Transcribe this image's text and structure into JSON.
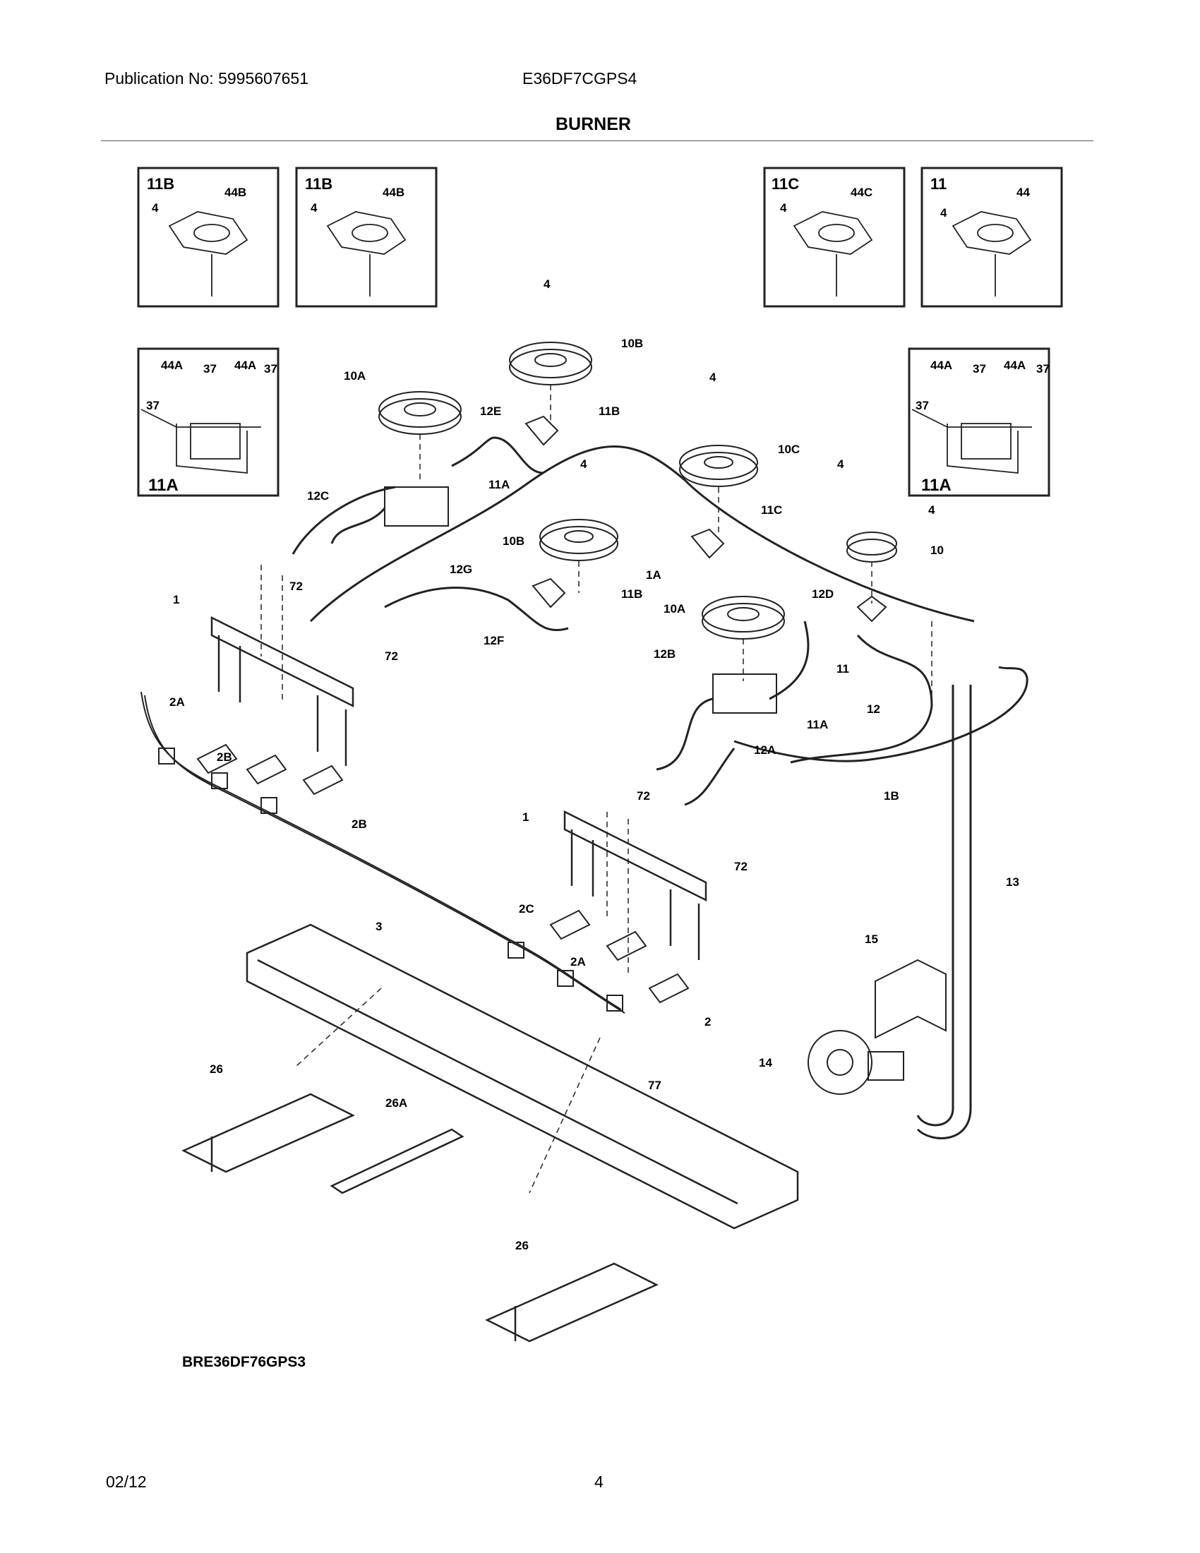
{
  "header": {
    "publication": "Publication No: 5995607651",
    "model": "E36DF7CGPS4",
    "title": "BURNER"
  },
  "insets": [
    {
      "title": "11B",
      "labels": [
        "44B",
        "4"
      ]
    },
    {
      "title": "11B",
      "labels": [
        "44B",
        "4"
      ]
    },
    {
      "title": "11C",
      "labels": [
        "44C",
        "4"
      ]
    },
    {
      "title": "11",
      "labels": [
        "44",
        "4"
      ]
    },
    {
      "title": "11A",
      "labels": [
        "44A",
        "37",
        "44A",
        "37",
        "37"
      ]
    },
    {
      "title": "11A",
      "labels": [
        "44A",
        "37",
        "44A",
        "37",
        "37"
      ]
    }
  ],
  "callouts": [
    "4",
    "10B",
    "10A",
    "12E",
    "11B",
    "4",
    "10C",
    "11A",
    "12C",
    "4",
    "11C",
    "4",
    "4",
    "10",
    "12G",
    "10B",
    "1A",
    "72",
    "11B",
    "1",
    "10A",
    "12D",
    "12F",
    "72",
    "11",
    "12B",
    "2A",
    "11A",
    "12",
    "12A",
    "2B",
    "1B",
    "72",
    "1",
    "2B",
    "72",
    "13",
    "3",
    "2C",
    "15",
    "2A",
    "2",
    "14",
    "26",
    "77",
    "26A",
    "26"
  ],
  "footer": {
    "diagram_id": "BRE36DF76GPS3",
    "date": "02/12",
    "page": "4"
  }
}
